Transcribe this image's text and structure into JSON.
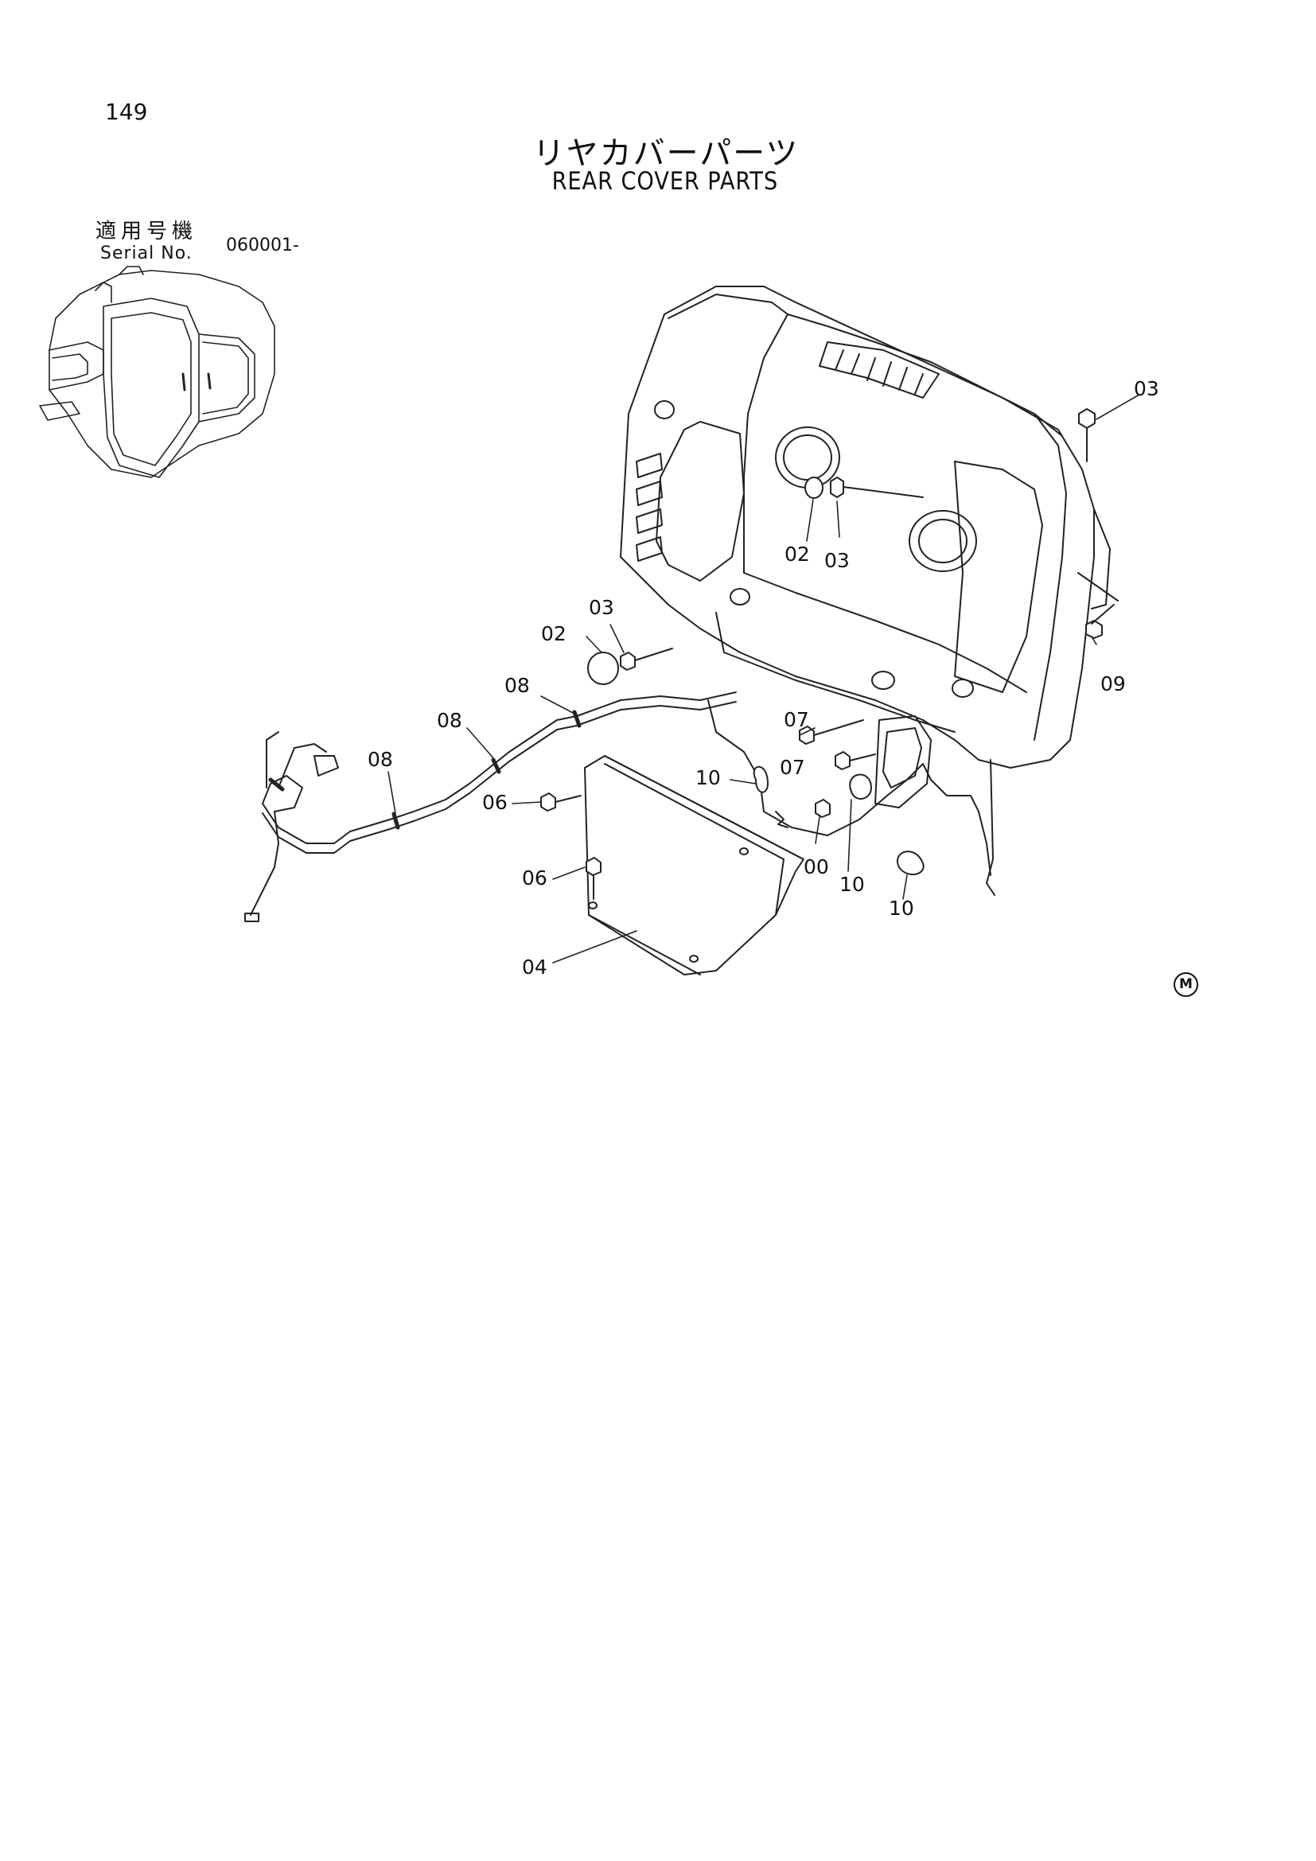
{
  "page_number": "149",
  "title_jp": "リヤカバーパーツ",
  "title_en": "REAR COVER PARTS",
  "serial": {
    "label_jp": "適用号機",
    "label_en": "Serial No.",
    "value": "060001-"
  },
  "part_labels": {
    "p03_top_right": "03",
    "p02_mid": "02",
    "p03_mid": "03",
    "p03_left": "03",
    "p02_left": "02",
    "p09": "09",
    "p08_a": "08",
    "p08_b": "08",
    "p08_c": "08",
    "p07_a": "07",
    "p07_b": "07",
    "p10_a": "10",
    "p06_a": "06",
    "p00": "00",
    "p10_b": "10",
    "p06_b": "06",
    "p10_c": "10",
    "p04": "04"
  },
  "mark": "M"
}
